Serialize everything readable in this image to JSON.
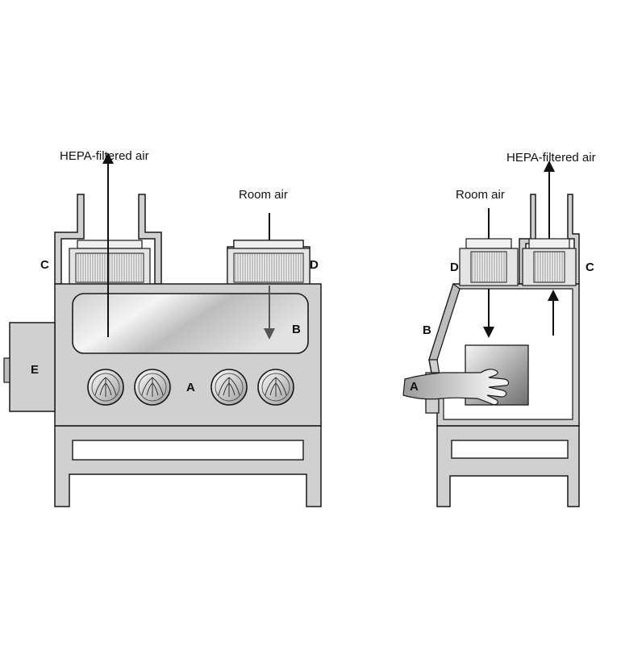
{
  "front_view": {
    "exhaust_label": "HEPA-filtered air",
    "intake_label": "Room air",
    "letters": {
      "c": "C",
      "d": "D",
      "b": "B",
      "a": "A",
      "e": "E"
    }
  },
  "side_view": {
    "intake_label": "Room air",
    "exhaust_label": "HEPA-filtered air",
    "letters": {
      "d": "D",
      "c": "C",
      "b": "B",
      "a": "A"
    }
  },
  "colors": {
    "cabinet_fill": "#d0d0d0",
    "outline": "#1a1a1a",
    "arrow": "#111111",
    "filter_media": "#ececec"
  }
}
